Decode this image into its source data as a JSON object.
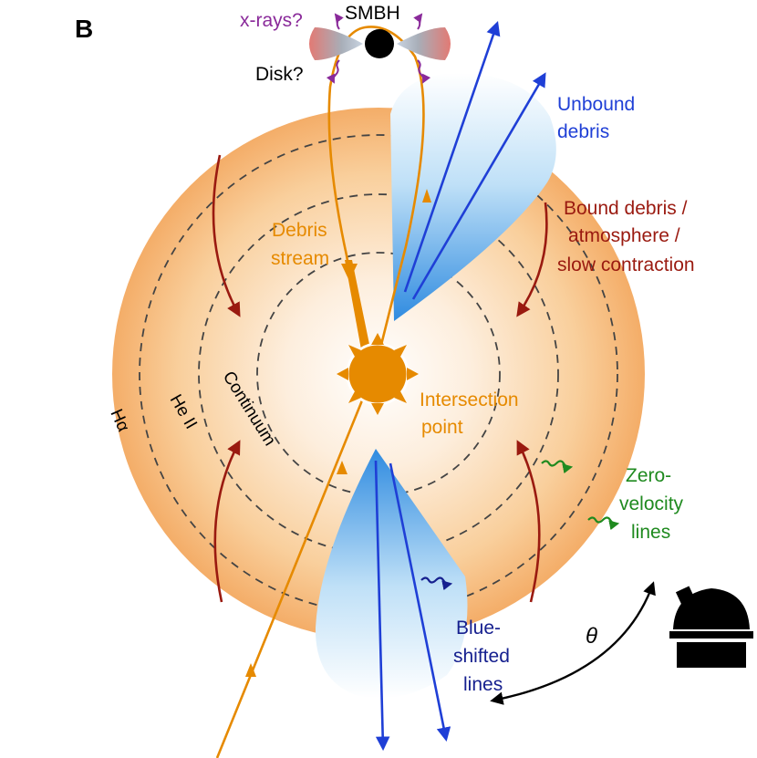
{
  "panel_label": "B",
  "labels": {
    "smbh": "SMBH",
    "xrays": "x-rays?",
    "disk": "Disk?",
    "unbound_1": "Unbound",
    "unbound_2": "debris",
    "bound_1": "Bound debris /",
    "bound_2": "atmosphere /",
    "bound_3": "slow contraction",
    "stream_1": "Debris",
    "stream_2": "stream",
    "intersection_1": "Intersection",
    "intersection_2": "point",
    "zero_1": "Zero-",
    "zero_2": "velocity",
    "zero_3": "lines",
    "blue_1": "Blue-",
    "blue_2": "shifted",
    "blue_3": "lines",
    "halpha": "Hα",
    "heii": "He II",
    "continuum": "Continuum",
    "theta": "θ"
  },
  "colors": {
    "stream": "#e68a00",
    "unbound_text": "#1f3fd6",
    "bound_text": "#9a1a10",
    "zero_text": "#1f8a1f",
    "blue_text": "#16208f",
    "xray": "#8a2a9a",
    "halo": "#f6b979"
  }
}
